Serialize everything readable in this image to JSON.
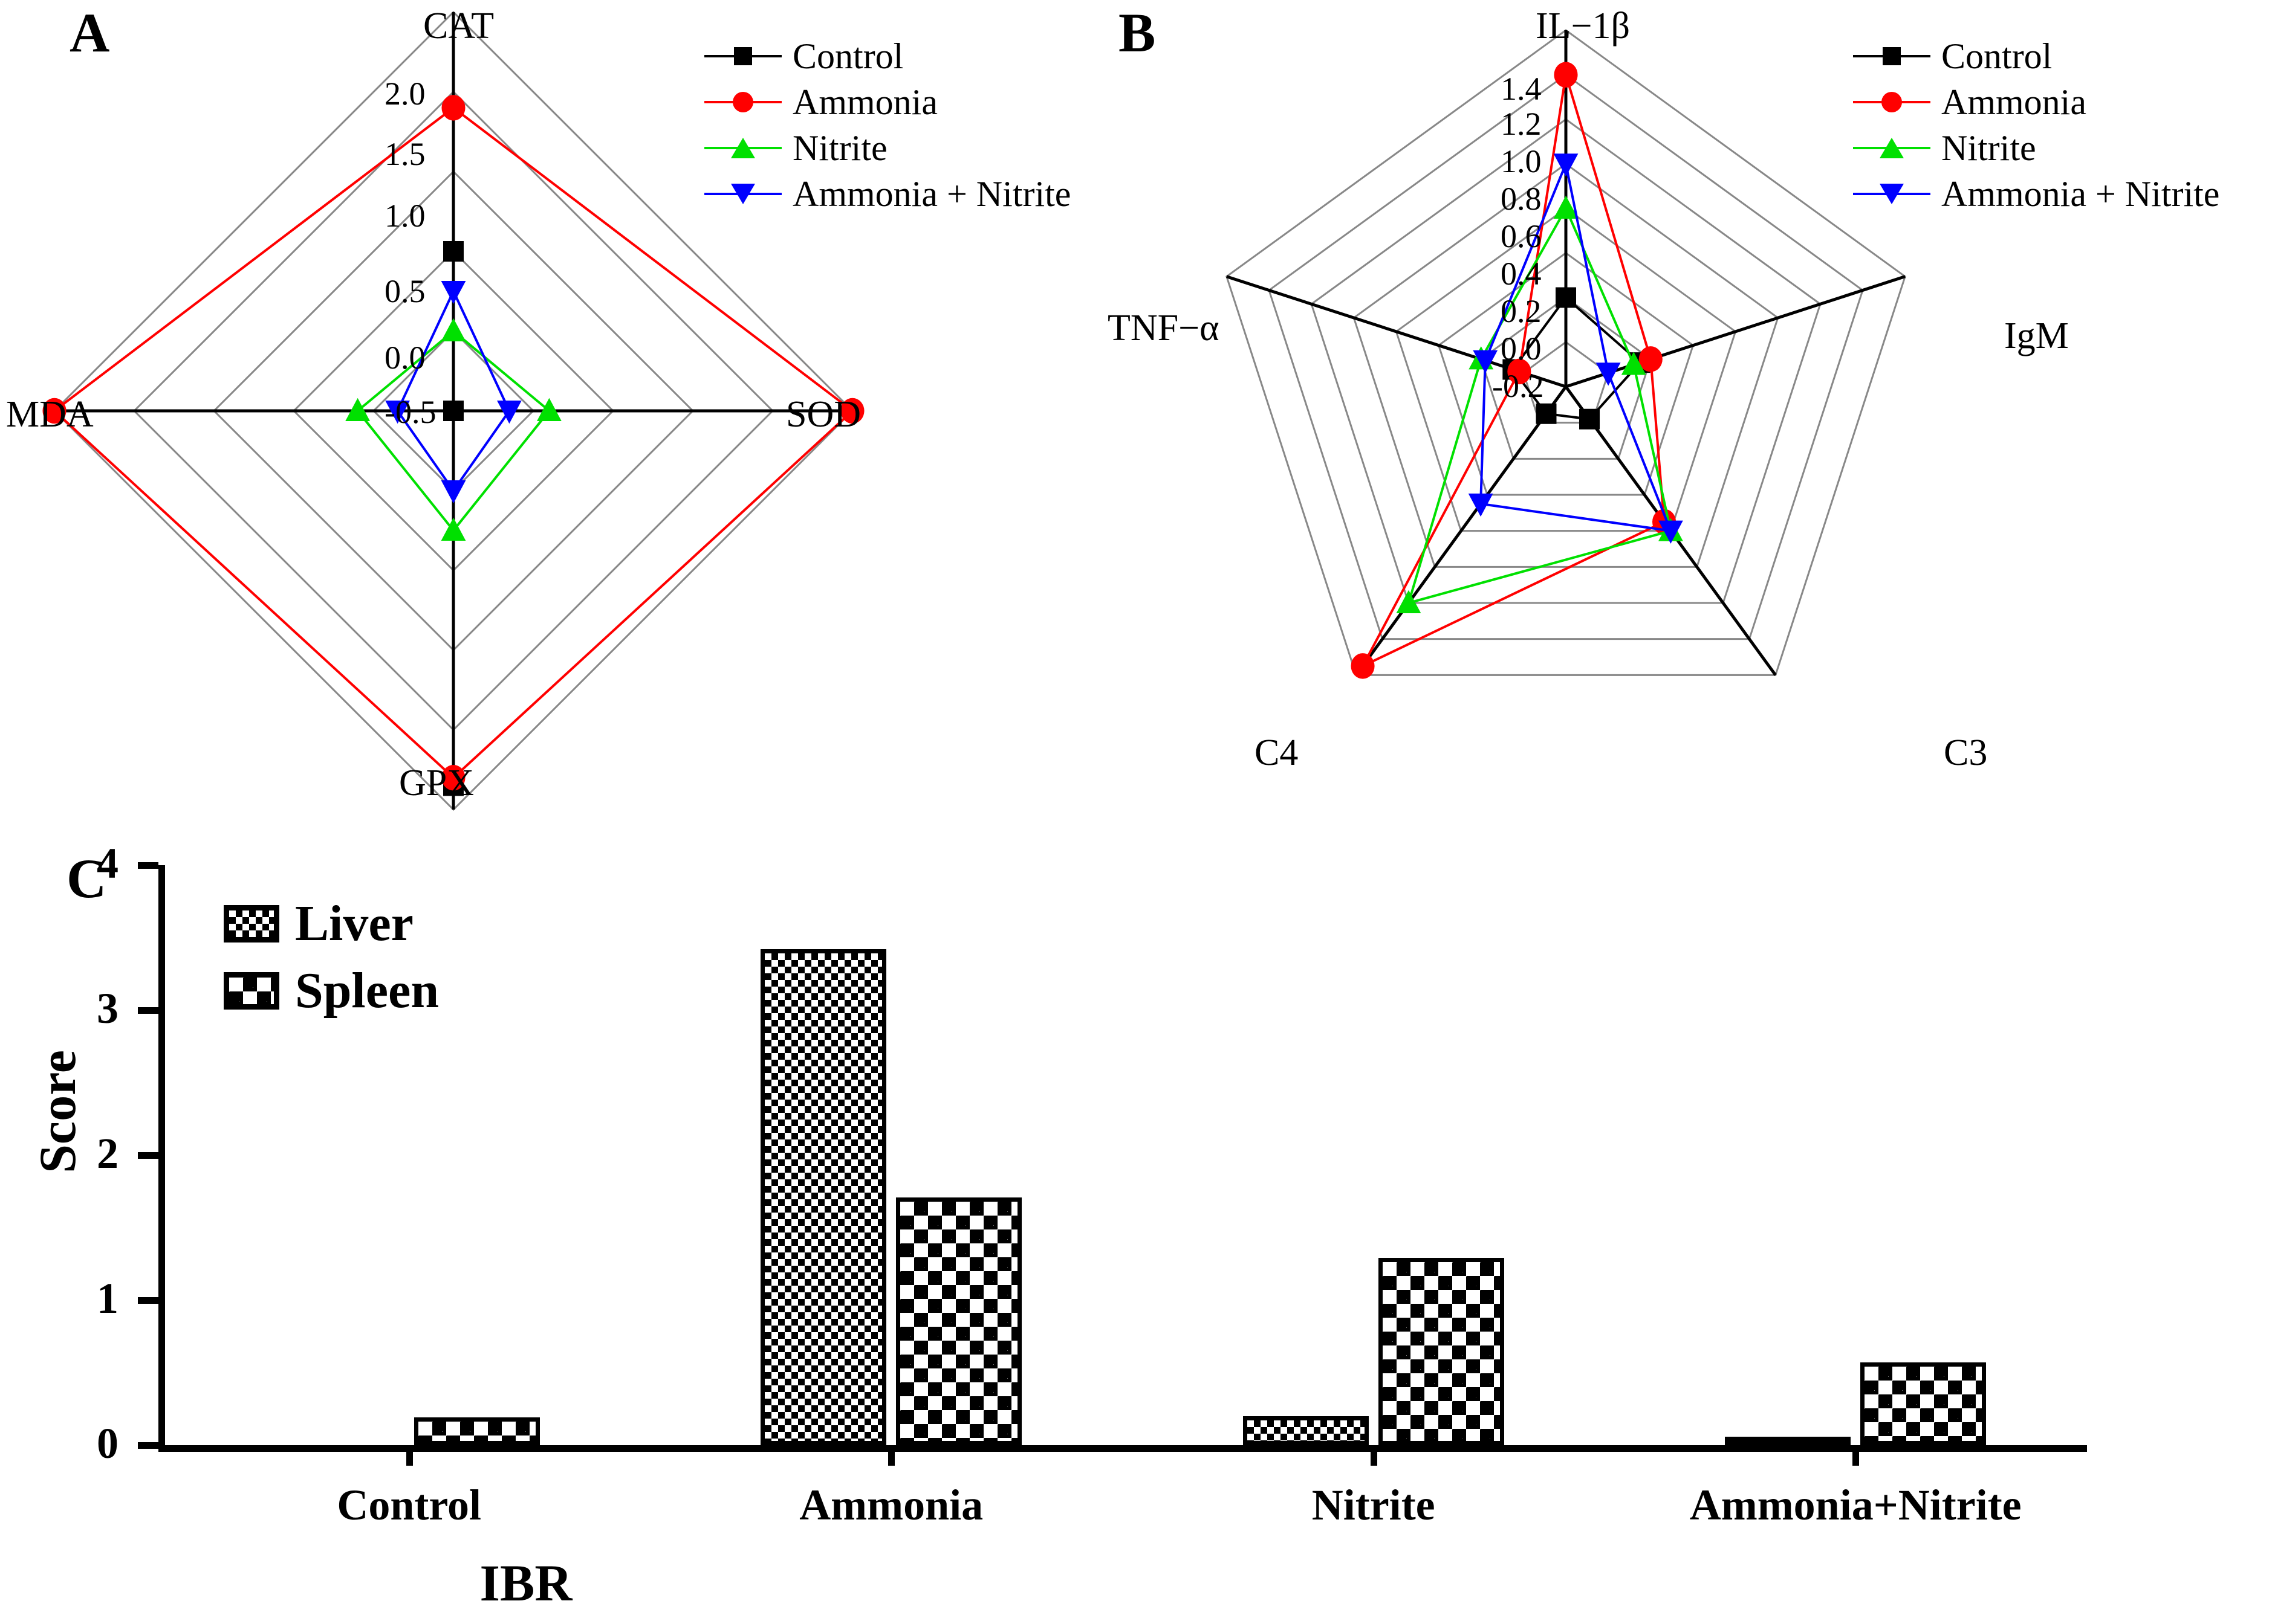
{
  "figure": {
    "panels": [
      "A",
      "B",
      "C"
    ]
  },
  "panelA": {
    "label": "A",
    "axes": [
      "CAT",
      "SOD",
      "GPX",
      "MDA"
    ],
    "ticks": [
      "2.0",
      "1.5",
      "1.0",
      "0.5",
      "0.0",
      "-0.5"
    ],
    "legend": [
      {
        "label": "Control",
        "color": "#000000",
        "marker": "square"
      },
      {
        "label": "Ammonia",
        "color": "#ff0000",
        "marker": "circle"
      },
      {
        "label": "Nitrite",
        "color": "#00e000",
        "marker": "triangle-up"
      },
      {
        "label": "Ammonia + Nitrite",
        "color": "#0000ff",
        "marker": "triangle-down"
      }
    ]
  },
  "panelB": {
    "label": "B",
    "axes": [
      "IL−1β",
      "IgM",
      "C3",
      "C4",
      "TNF−α"
    ],
    "ticks": [
      "1.4",
      "1.2",
      "1.0",
      "0.8",
      "0.6",
      "0.4",
      "0.2",
      "0.0",
      "-0.2"
    ],
    "legend": [
      {
        "label": "Control",
        "color": "#000000",
        "marker": "square"
      },
      {
        "label": "Ammonia",
        "color": "#ff0000",
        "marker": "circle"
      },
      {
        "label": "Nitrite",
        "color": "#00e000",
        "marker": "triangle-up"
      },
      {
        "label": "Ammonia + Nitrite",
        "color": "#0000ff",
        "marker": "triangle-down"
      }
    ]
  },
  "panelC": {
    "label": "C",
    "ylabel": "Score",
    "xlabel": "IBR",
    "yticks": [
      "0",
      "1",
      "2",
      "3",
      "4"
    ],
    "legend": [
      {
        "label": "Liver",
        "pattern": "fine-checker"
      },
      {
        "label": "Spleen",
        "pattern": "coarse-checker"
      }
    ]
  },
  "chart_data": [
    {
      "type": "radar",
      "panel": "A",
      "title": "",
      "axes": [
        "CAT",
        "SOD",
        "GPX",
        "MDA"
      ],
      "rlim": [
        -0.5,
        2.0
      ],
      "rticks": [
        2.0,
        1.5,
        1.0,
        0.5,
        0.0,
        -0.5
      ],
      "grid": true,
      "legend_position": "top-right",
      "series": [
        {
          "name": "Control",
          "color": "#000000",
          "marker": "square",
          "values": [
            0.5,
            -0.5,
            1.85,
            -0.5
          ]
        },
        {
          "name": "Ammonia",
          "color": "#ff0000",
          "marker": "circle",
          "values": [
            1.4,
            2.0,
            1.8,
            2.0
          ]
        },
        {
          "name": "Nitrite",
          "color": "#00e000",
          "marker": "triangle-up",
          "values": [
            0.0,
            0.1,
            0.25,
            0.1
          ]
        },
        {
          "name": "Ammonia + Nitrite",
          "color": "#0000ff",
          "marker": "triangle-down",
          "values": [
            0.25,
            -0.15,
            0.0,
            -0.15
          ]
        }
      ]
    },
    {
      "type": "radar",
      "panel": "B",
      "title": "",
      "axes": [
        "IL−1β",
        "IgM",
        "C3",
        "C4",
        "TNF−α"
      ],
      "rlim": [
        -0.2,
        1.4
      ],
      "rticks": [
        1.4,
        1.2,
        1.0,
        0.8,
        0.6,
        0.4,
        0.2,
        0.0,
        -0.2
      ],
      "grid": true,
      "legend_position": "top-right",
      "series": [
        {
          "name": "Control",
          "color": "#000000",
          "marker": "square",
          "values": [
            0.2,
            0.15,
            -0.02,
            -0.05,
            0.05
          ]
        },
        {
          "name": "Ammonia",
          "color": "#ff0000",
          "marker": "circle",
          "values": [
            1.2,
            0.2,
            0.55,
            1.35,
            0.02
          ]
        },
        {
          "name": "Nitrite",
          "color": "#00e000",
          "marker": "triangle-up",
          "values": [
            0.6,
            0.12,
            0.6,
            1.0,
            0.2
          ]
        },
        {
          "name": "Ammonia + Nitrite",
          "color": "#0000ff",
          "marker": "triangle-down",
          "values": [
            0.8,
            0.0,
            0.6,
            0.45,
            0.18
          ]
        }
      ]
    },
    {
      "type": "bar",
      "panel": "C",
      "title": "",
      "categories": [
        "Control",
        "Ammonia",
        "Nitrite",
        "Ammonia+Nitrite"
      ],
      "series": [
        {
          "name": "Liver",
          "values": [
            0.0,
            3.42,
            0.2,
            0.04
          ]
        },
        {
          "name": "Spleen",
          "values": [
            0.19,
            1.71,
            1.29,
            0.57
          ]
        }
      ],
      "xlabel": "IBR",
      "ylabel": "Score",
      "ylim": [
        0,
        4
      ],
      "yticks": [
        0,
        1,
        2,
        3,
        4
      ],
      "grid": false,
      "legend_position": "top-left"
    }
  ]
}
